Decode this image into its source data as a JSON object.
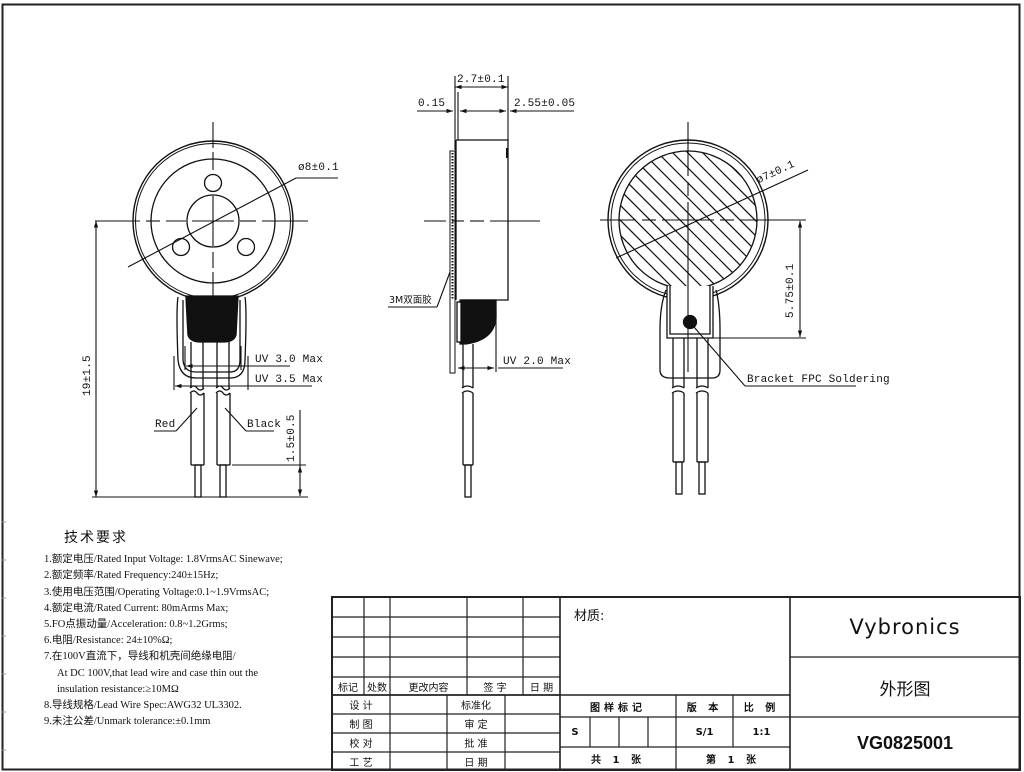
{
  "drawing": {
    "front_view": {
      "diameter_label": "ø8±0.1",
      "uv_inner_label": "UV 3.0 Max",
      "uv_outer_label": "UV 3.5 Max",
      "length_label": "19±1.5",
      "strip_label": "1.5±0.5",
      "wire_left_label": "Red",
      "wire_right_label": "Black",
      "wire_left_color": "#111111",
      "wire_right_color": "#111111"
    },
    "side_view": {
      "total_thickness_label": "2.7±0.1",
      "tape_thickness_label": "0.15",
      "body_thickness_label": "2.55±0.05",
      "tape_label": "3M双面胶",
      "uv_label": "UV 2.0 Max"
    },
    "back_view": {
      "diameter_label": "ø7±0.1",
      "offset_label": "5.75±0.1",
      "solder_label": "Bracket FPC Soldering"
    }
  },
  "notes": {
    "title": "技术要求",
    "items": [
      "1.额定电压/Rated Input Voltage: 1.8VrmsAC Sinewave;",
      "2.额定频率/Rated Frequency:240±15Hz;",
      "3.使用电压范围/Operating Voltage:0.1~1.9VrmsAC;",
      "4.额定电流/Rated Current: 80mArms Max;",
      "5.FO点振动量/Acceleration: 0.8~1.2Grms;",
      "6.电阻/Resistance: 24±10%Ω;",
      "7.在100V直流下，导线和机壳间绝缘电阻/",
      "At DC 100V,that lead wire and case thin out the",
      "insulation resistance:≥10MΩ",
      "8.导线规格/Lead Wire Spec:AWG32 UL3302.",
      "9.未注公差/Unmark tolerance:±0.1mm"
    ]
  },
  "title_block": {
    "revision_headers": [
      "标记",
      "处数",
      "更改内容",
      "签 字",
      "日 期"
    ],
    "sign_rows": [
      {
        "left": "设 计",
        "mid": "标准化"
      },
      {
        "left": "制 图",
        "mid": "审 定"
      },
      {
        "left": "校 对",
        "mid": "批 准"
      },
      {
        "left": "工 艺",
        "mid": "日 期"
      }
    ],
    "material_label": "材质:",
    "drawing_mark_header": "图样标记",
    "version_header": "版 本",
    "scale_header": "比 例",
    "drawing_mark_value": "S",
    "version_value": "S/1",
    "scale_value": "1:1",
    "total_sheets": "共 1 张",
    "sheet_number": "第 1 张",
    "company": "Vybronics",
    "drawing_name": "外形图",
    "part_number": "VG0825001"
  }
}
